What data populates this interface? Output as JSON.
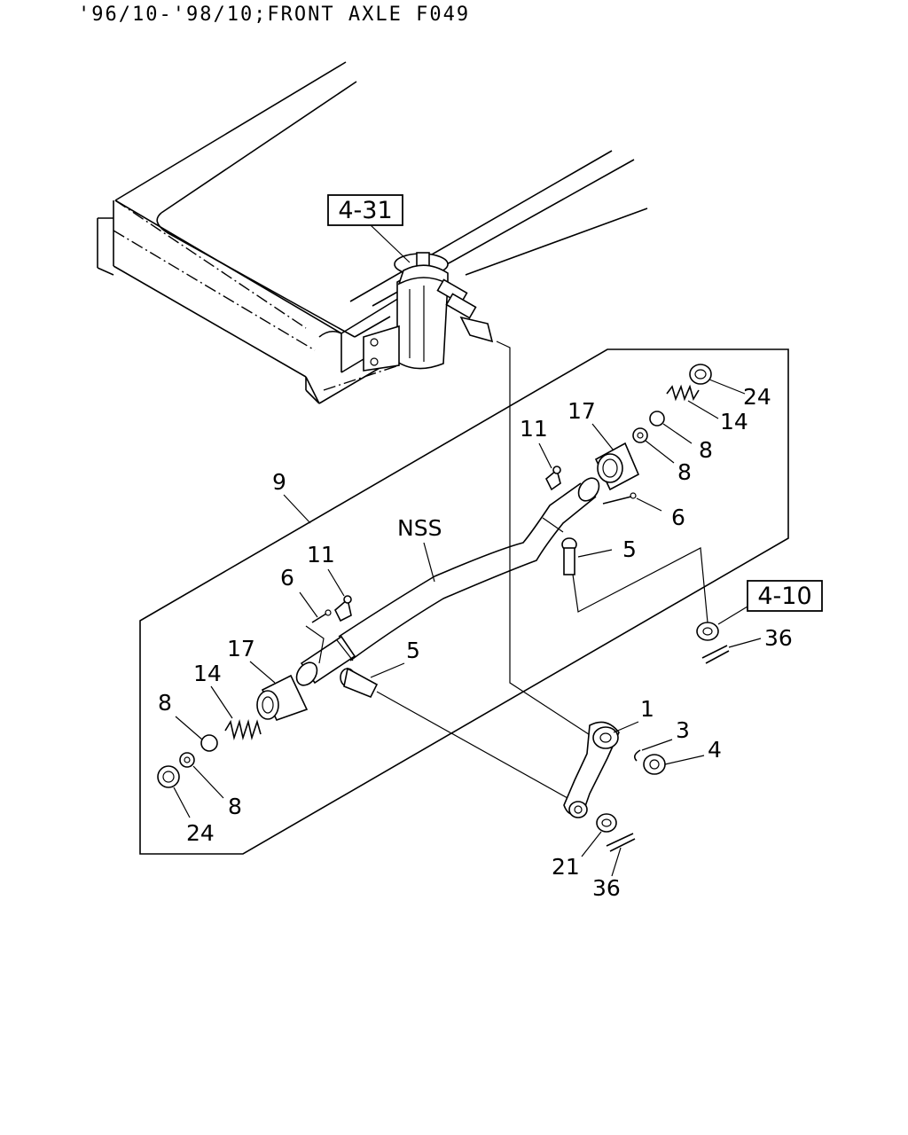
{
  "header": {
    "title": "'96/10-'98/10;FRONT AXLE F049"
  },
  "references": {
    "gearbox": "4-31",
    "tie_rod_end": "4-10"
  },
  "labels": {
    "p1": "1",
    "p3": "3",
    "p4": "4",
    "p5_upper": "5",
    "p5_lower": "5",
    "p6_upper": "6",
    "p6_lower": "6",
    "p8_upper_a": "8",
    "p8_upper_b": "8",
    "p8_lower_a": "8",
    "p8_lower_b": "8",
    "p9": "9",
    "p11_upper": "11",
    "p11_lower": "11",
    "p14_upper": "14",
    "p14_lower": "14",
    "p17_upper": "17",
    "p17_lower": "17",
    "p21": "21",
    "p24_upper": "24",
    "p24_lower": "24",
    "p36_upper": "36",
    "p36_lower": "36",
    "nss": "NSS"
  }
}
